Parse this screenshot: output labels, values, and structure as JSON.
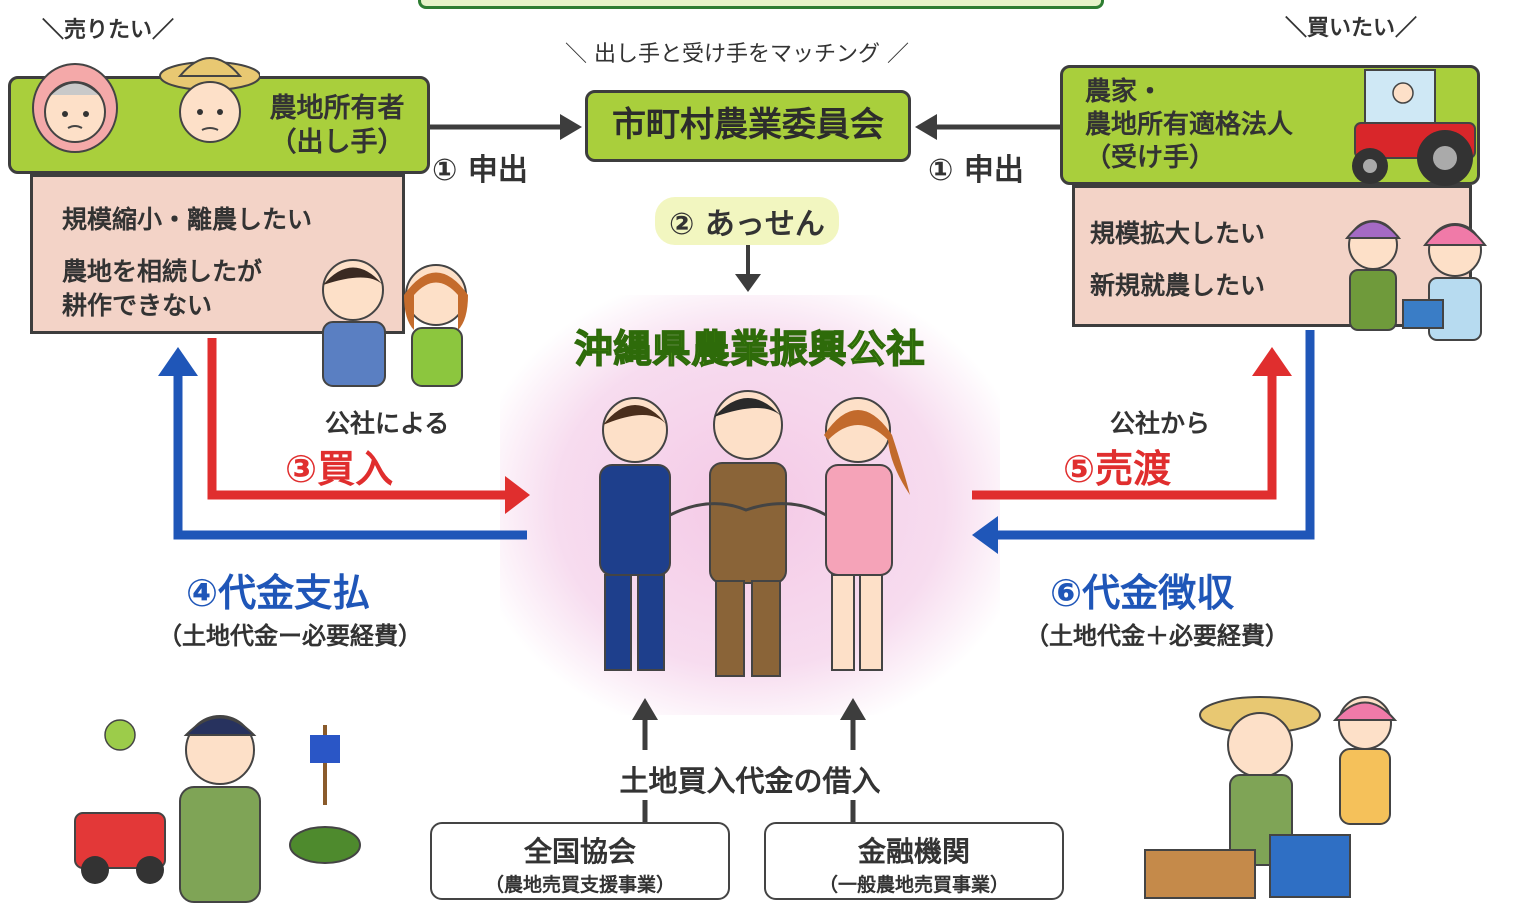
{
  "seller_tag": "＼売りたい／",
  "buyer_tag": "＼買いたい／",
  "matching_tag": "＼ 出し手と受け手をマッチング ／",
  "committee": "市町村農業委員会",
  "seller_box": {
    "line1": "農地所有者",
    "line2": "（出し手）"
  },
  "seller_wishes": [
    "規模縮小・離農したい",
    "農地を相続したが",
    "耕作できない"
  ],
  "buyer_box": {
    "line1": "農家・",
    "line2": "農地所有適格法人",
    "line3": "（受け手）"
  },
  "buyer_wishes": [
    "規模拡大したい",
    "新規就農したい"
  ],
  "step1_left": "① 申出",
  "step1_right": "① 申出",
  "step2": "② あっせん",
  "corporation": "沖縄県農業振興公社",
  "step3_pre": "公社による",
  "step3": "③買入",
  "step4": "④代金支払",
  "step4_sub": "（土地代金ー必要経費）",
  "step5_pre": "公社から",
  "step5": "⑤売渡",
  "step6": "⑥代金徴収",
  "step6_sub": "（土地代金＋必要経費）",
  "loan_title": "土地買入代金の借入",
  "loan_left": {
    "name": "全国協会",
    "sub": "（農地売買支援事業）"
  },
  "loan_right": {
    "name": "金融機関",
    "sub": "（一般農地売買事業）"
  },
  "colors": {
    "green": "#a9cf3c",
    "pink_box": "#f3d3c7",
    "red_arrow": "#e02e2e",
    "blue_arrow": "#1f56b8",
    "center_glow": "#f4cde6",
    "title_green": "#7cc21e"
  }
}
